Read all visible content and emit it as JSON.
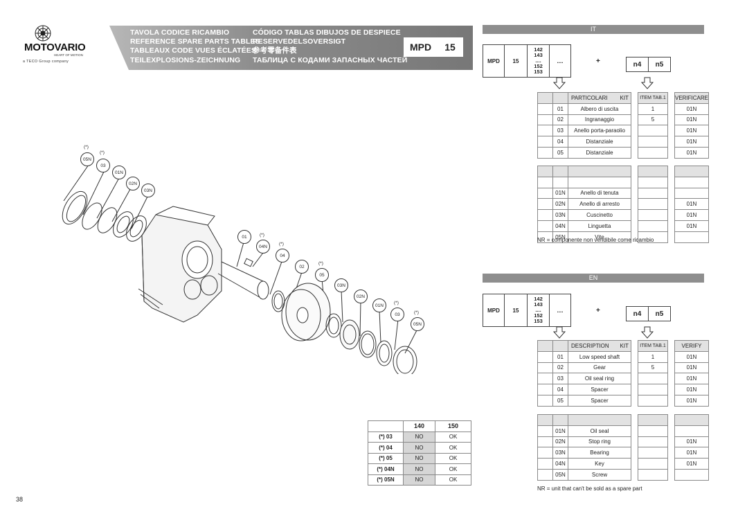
{
  "brand": {
    "name": "MOTOVARIO",
    "tagline": "HEART OF MOTION",
    "group": "a TECO Group company"
  },
  "header": {
    "left_lines": [
      "TAVOLA CODICE RICAMBIO",
      "REFERENCE SPARE PARTS TABLES",
      "TABLEAUX CODE VUES ÉCLATÉES",
      "TEILEXPLOSIONS-ZEICHNUNG"
    ],
    "right_lines": [
      "CÓDIGO TABLAS DIBUJOS DE DESPIECE",
      "RESERVEDELSOVERSIGT",
      "参考零备件表",
      "ТАБЛИЦА С КОДАМИ ЗАПАСНЫХ ЧАСТЕЙ"
    ],
    "model": "MPD",
    "size": "15"
  },
  "diagram": {
    "callouts": [
      {
        "label": "05N",
        "star": true
      },
      {
        "label": "03",
        "star": true
      },
      {
        "label": "01N",
        "star": false
      },
      {
        "label": "02N",
        "star": false
      },
      {
        "label": "03N",
        "star": false
      },
      {
        "label": "01",
        "star": false
      },
      {
        "label": "04N",
        "star": true
      },
      {
        "label": "04",
        "star": true
      },
      {
        "label": "02",
        "star": false
      },
      {
        "label": "05",
        "star": true
      },
      {
        "label": "03N",
        "star": false
      },
      {
        "label": "02N",
        "star": false
      },
      {
        "label": "01N",
        "star": false
      },
      {
        "label": "03",
        "star": true
      },
      {
        "label": "05N",
        "star": true
      }
    ],
    "star_text": "(*)"
  },
  "compat": {
    "headers": [
      "",
      "140",
      "150"
    ],
    "rows": [
      {
        "label": "(*) 03",
        "v140": "NO",
        "v150": "OK"
      },
      {
        "label": "(*) 04",
        "v140": "NO",
        "v150": "OK"
      },
      {
        "label": "(*) 05",
        "v140": "NO",
        "v150": "OK"
      },
      {
        "label": "(*) 04N",
        "v140": "NO",
        "v150": "OK"
      },
      {
        "label": "(*) 05N",
        "v140": "NO",
        "v150": "OK"
      }
    ]
  },
  "page_number": "38",
  "sections": [
    {
      "lang": "IT",
      "code": {
        "model": "MPD",
        "size": "15",
        "ratios": [
          "142",
          "143",
          "....",
          "152",
          "153"
        ],
        "dots": "....",
        "plus": "+",
        "n4": "n4",
        "n5": "n5"
      },
      "head": {
        "desc": "PARTICOLARI",
        "kit": "KIT",
        "item": "ITEM TAB.1",
        "verify": "VERIFICARE"
      },
      "kit_rows": [
        {
          "code": "01",
          "desc": "Albero di uscita",
          "item": "1",
          "verify": "01N"
        },
        {
          "code": "02",
          "desc": "Ingranaggio",
          "item": "5",
          "verify": "01N"
        },
        {
          "code": "03",
          "desc": "Anello porta-paraolio",
          "item": "",
          "verify": "01N"
        },
        {
          "code": "04",
          "desc": "Distanziale",
          "item": "",
          "verify": "01N"
        },
        {
          "code": "05",
          "desc": "Distanziale",
          "item": "",
          "verify": "01N"
        }
      ],
      "n_rows": [
        {
          "code": "01N",
          "desc": "Anello di tenuta",
          "verify": ""
        },
        {
          "code": "02N",
          "desc": "Anello di arresto",
          "verify": "01N"
        },
        {
          "code": "03N",
          "desc": "Cuscinetto",
          "verify": "01N"
        },
        {
          "code": "04N",
          "desc": "Linguetta",
          "verify": "01N"
        },
        {
          "code": "05N",
          "desc": "Vite",
          "verify": ""
        }
      ],
      "note": "NR = componente non vendibile come ricambio"
    },
    {
      "lang": "EN",
      "code": {
        "model": "MPD",
        "size": "15",
        "ratios": [
          "142",
          "143",
          "....",
          "152",
          "153"
        ],
        "dots": "....",
        "plus": "+",
        "n4": "n4",
        "n5": "n5"
      },
      "head": {
        "desc": "DESCRIPTION",
        "kit": "KIT",
        "item": "ITEM TAB.1",
        "verify": "VERIFY"
      },
      "kit_rows": [
        {
          "code": "01",
          "desc": "Low speed shaft",
          "item": "1",
          "verify": "01N"
        },
        {
          "code": "02",
          "desc": "Gear",
          "item": "5",
          "verify": "01N"
        },
        {
          "code": "03",
          "desc": "Oil seal ring",
          "item": "",
          "verify": "01N"
        },
        {
          "code": "04",
          "desc": "Spacer",
          "item": "",
          "verify": "01N"
        },
        {
          "code": "05",
          "desc": "Spacer",
          "item": "",
          "verify": "01N"
        }
      ],
      "n_rows": [
        {
          "code": "01N",
          "desc": "Oil seal",
          "verify": ""
        },
        {
          "code": "02N",
          "desc": "Stop ring",
          "verify": "01N"
        },
        {
          "code": "03N",
          "desc": "Bearing",
          "verify": "01N"
        },
        {
          "code": "04N",
          "desc": "Key",
          "verify": "01N"
        },
        {
          "code": "05N",
          "desc": "Screw",
          "verify": ""
        }
      ],
      "note": "NR = unit that can't be sold as a spare part"
    }
  ]
}
